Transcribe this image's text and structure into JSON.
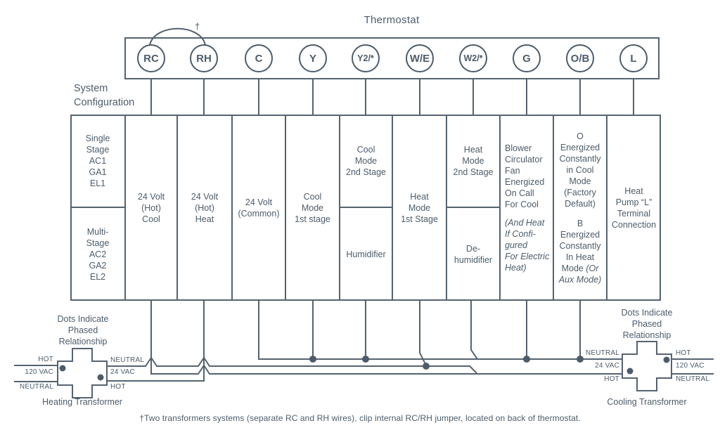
{
  "colors": {
    "ink": "#4d5c6a",
    "line": "#55636f",
    "background": "#ffffff"
  },
  "title": "Thermostat",
  "jumper_dagger": "†",
  "system_label": "System\nConfiguration",
  "terminals": [
    {
      "label": "RC"
    },
    {
      "label": "RH"
    },
    {
      "label": "C"
    },
    {
      "label": "Y"
    },
    {
      "label": "Y2/*"
    },
    {
      "label": "W/E"
    },
    {
      "label": "W2/*"
    },
    {
      "label": "G"
    },
    {
      "label": "O/B"
    },
    {
      "label": "L"
    }
  ],
  "config": {
    "stage_top": "Single\nStage\nAC1\nGA1\nEL1",
    "stage_bottom": "Multi-\nStage\nAC2\nGA2\nEL2",
    "rc": "24 Volt\n(Hot)\nCool",
    "rh": "24 Volt\n(Hot)\nHeat",
    "c": "24 Volt\n(Common)",
    "y": "Cool\nMode\n1st stage",
    "y2_top": "Cool\nMode\n2nd Stage",
    "y2_bottom": "Humidifier",
    "we": "Heat\nMode\n1st Stage",
    "w2_top": "Heat\nMode\n2nd Stage",
    "w2_bottom": "De-\nhumidifier",
    "g_main": "Blower\nCirculator\nFan\nEnergized\nOn Call\nFor Cool",
    "g_italic": "(And Heat\nIf Confi-\ngured\nFor Electric\nHeat)",
    "ob_o": "O\nEnergized\nConstantly\nin Cool\nMode\n(Factory\nDefault)",
    "ob_b_main": "B\nEnergized\nConstantly\nIn Heat\nMode ",
    "ob_b_italic": "(Or\nAux Mode)",
    "l": "Heat\nPump “L”\nTerminal\nConnection"
  },
  "heating_transformer": {
    "note": "Dots Indicate\nPhased\nRelationship",
    "left_top": "HOT",
    "left_mid": "120 VAC",
    "left_bottom": "NEUTRAL",
    "right_top": "NEUTRAL",
    "right_mid": "24 VAC",
    "right_bottom": "HOT",
    "caption": "Heating Transformer"
  },
  "cooling_transformer": {
    "note": "Dots Indicate\nPhased\nRelationship",
    "left_top": "NEUTRAL",
    "left_mid": "24 VAC",
    "left_bottom": "HOT",
    "right_top": "HOT",
    "right_mid": "120 VAC",
    "right_bottom": "NEUTRAL",
    "caption": "Cooling Transformer"
  },
  "footnote": "†Two transformers systems (separate RC and RH wires), clip internal RC/RH jumper, located on back of thermostat."
}
